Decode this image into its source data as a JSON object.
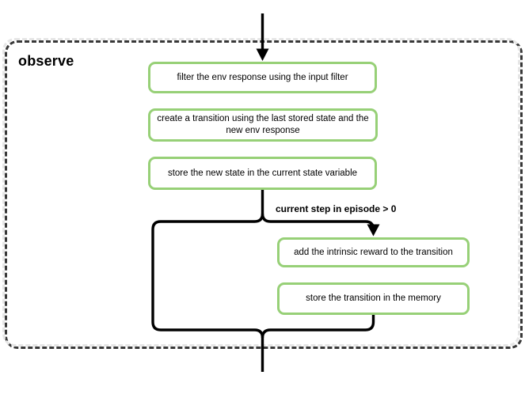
{
  "diagram": {
    "container_label": "observe",
    "nodes": [
      {
        "id": "filter-env-response",
        "label": "filter the env response using the input filter"
      },
      {
        "id": "create-transition",
        "label": "create a transition using the last stored state and the new env response"
      },
      {
        "id": "store-new-state",
        "label": "store the new state in the current state variable"
      },
      {
        "id": "add-intrinsic-reward",
        "label": "add the intrinsic reward to the transition"
      },
      {
        "id": "store-transition",
        "label": "store the transition in the memory"
      }
    ],
    "edges": {
      "condition_label": "current step in episode > 0"
    },
    "colors": {
      "node_border": "#97d077",
      "node_fill": "#ffffff",
      "connector": "#000000",
      "container_border": "#e6e6e6",
      "container_shadow": "#000000",
      "text": "#000000",
      "background": "#ffffff"
    }
  }
}
